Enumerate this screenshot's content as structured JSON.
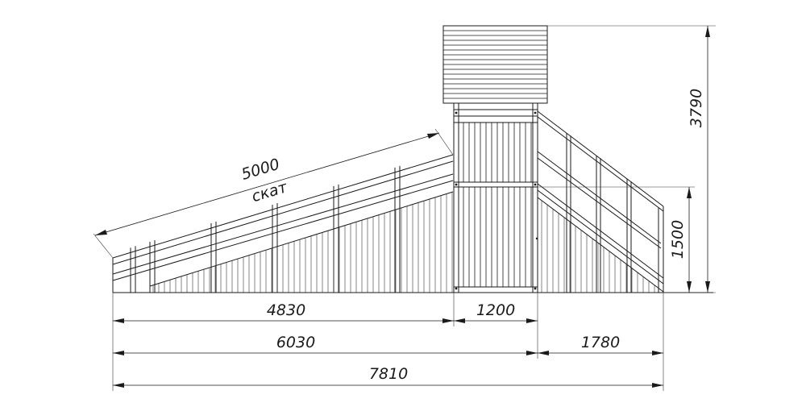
{
  "dimensions": {
    "slope_length": "5000",
    "slope_label": "скат",
    "height_total": "3790",
    "height_platform": "1500",
    "len_slope": "4830",
    "len_tower": "1200",
    "len_slope_tower": "6030",
    "len_stairs": "1780",
    "len_total": "7810"
  }
}
